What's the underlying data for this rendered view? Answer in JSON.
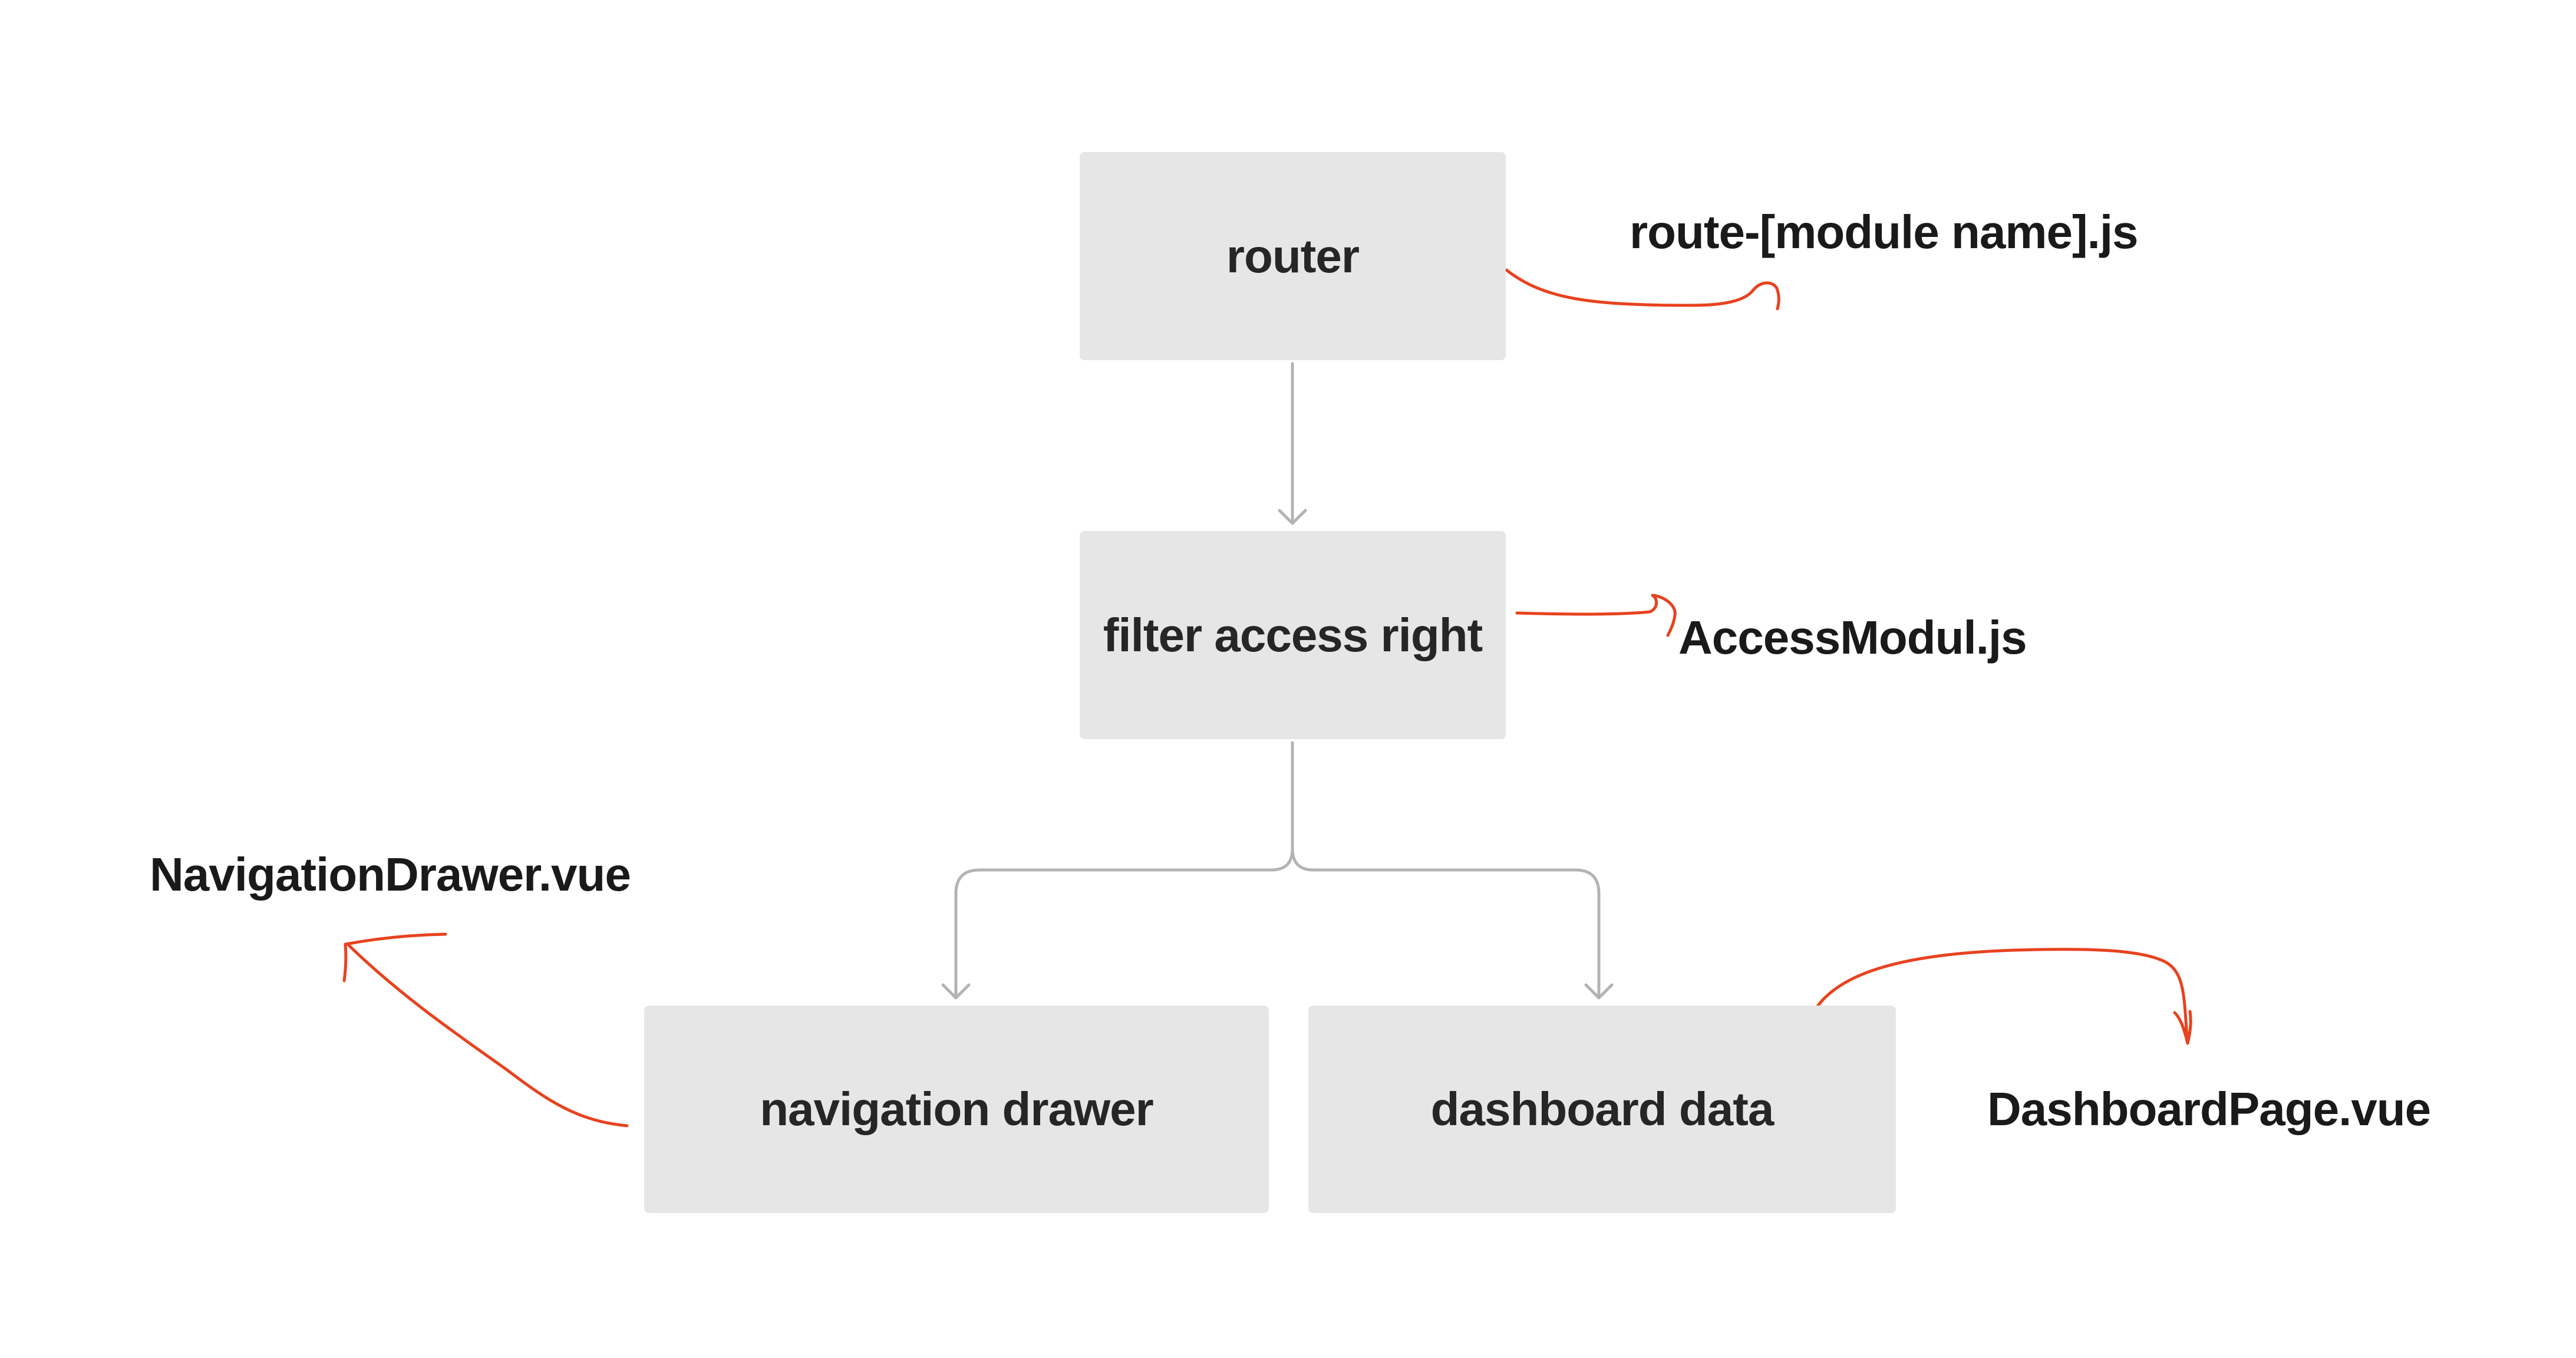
{
  "nodes": {
    "router": "router",
    "filter": "filter access right",
    "navigation": "navigation drawer",
    "dashboard": "dashboard data"
  },
  "files": {
    "router": "route-[module name].js",
    "filter": "AccessModul.js",
    "navigation": "NavigationDrawer.vue",
    "dashboard": "DashboardPage.vue"
  },
  "colors": {
    "box_fill": "#e6e6e6",
    "connector": "#b3b3b3",
    "annotation_ink": "#e8421f",
    "text": "#262626"
  }
}
